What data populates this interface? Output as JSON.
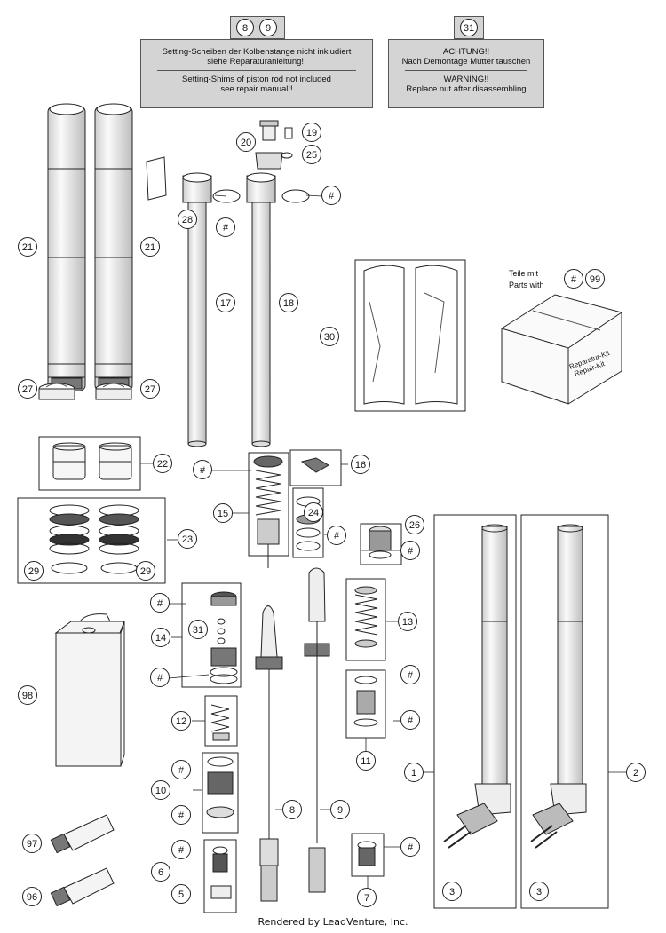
{
  "notes": {
    "shims": {
      "refs": [
        "8",
        "9"
      ],
      "german": [
        "Setting-Scheiben der Kolbenstange nicht inkludiert",
        "siehe Reparaturanleitung!!"
      ],
      "english": [
        "Setting-Shims of piston rod not included",
        "see repair manual!!"
      ]
    },
    "nut": {
      "refs": [
        "31"
      ],
      "german": [
        "ACHTUNG!!",
        "Nach Demontage Mutter tauschen"
      ],
      "english": [
        "WARNING!!",
        "Replace nut after disassembling"
      ]
    }
  },
  "repair_kit": {
    "label_de": "Teile mit",
    "label_en": "Parts with",
    "refs": [
      "#",
      "99"
    ],
    "box_text": [
      "Reparatur-Kit",
      "Repair-Kit"
    ]
  },
  "callouts": {
    "c21a": "21",
    "c21b": "21",
    "c28": "28",
    "c20": "20",
    "c19": "19",
    "c25": "25",
    "h1": "#",
    "h2": "#",
    "c17": "17",
    "c18": "18",
    "c30": "30",
    "c27a": "27",
    "c27b": "27",
    "c22": "22",
    "c16": "16",
    "h3": "#",
    "c15": "15",
    "c24": "24",
    "h4": "#",
    "c23": "23",
    "c29a": "29",
    "c29b": "29",
    "c26": "26",
    "h5": "#",
    "h6": "#",
    "c14": "14",
    "c31": "31",
    "h7": "#",
    "c13": "13",
    "c98": "98",
    "h8": "#",
    "h9": "#",
    "c12": "12",
    "c11": "11",
    "h10": "#",
    "c10": "10",
    "h11": "#",
    "c8": "8",
    "c9": "9",
    "c1": "1",
    "c2": "2",
    "c97": "97",
    "h12": "#",
    "c6": "6",
    "h13": "#",
    "c5": "5",
    "c7": "7",
    "c3a": "3",
    "c3b": "3",
    "c96": "96"
  },
  "footer": "Rendered by LeadVenture, Inc.",
  "colors": {
    "line": "#222222",
    "note_bg": "#d4d4d4",
    "part_fill": "#f4f4f4"
  }
}
